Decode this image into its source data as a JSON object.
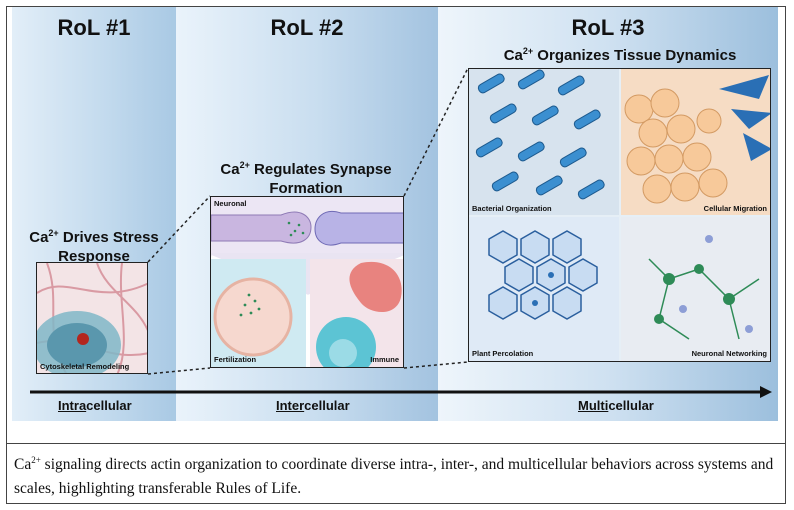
{
  "rol1": {
    "heading": "RoL #1",
    "title_prefix": "Ca",
    "title_sup": "2+",
    "title_text": " Drives Stress Response",
    "panel_label": "Cytoskeletal Remodeling"
  },
  "rol2": {
    "heading": "RoL #2",
    "title_prefix": "Ca",
    "title_sup": "2+",
    "title_text": " Regulates Synapse Formation",
    "panels": {
      "top": "Neuronal",
      "left": "Fertilization",
      "right": "Immune"
    }
  },
  "rol3": {
    "heading": "RoL #3",
    "title_prefix": "Ca",
    "title_sup": "2+",
    "title_text": " Organizes Tissue Dynamics",
    "panels": {
      "tl": "Bacterial Organization",
      "tr": "Cellular Migration",
      "bl": "Plant Percolation",
      "br": "Neuronal Networking"
    }
  },
  "axis": {
    "intra": {
      "underlined": "Intra",
      "rest": "cellular"
    },
    "inter": {
      "underlined": "Inter",
      "rest": "cellular"
    },
    "multi": {
      "underlined": "Multi",
      "rest": "cellular"
    }
  },
  "caption": {
    "prefix": "Ca",
    "sup": "2+",
    "text": " signaling directs actin organization to coordinate diverse intra-, inter-, and multicellular behaviors across systems and scales, highlighting transferable Rules of Life."
  },
  "colors": {
    "accent_blue": "#2a6fb5",
    "cell_green": "#2e8b57",
    "membrane_pink": "#e8837f",
    "cyan": "#5cc4d4"
  }
}
